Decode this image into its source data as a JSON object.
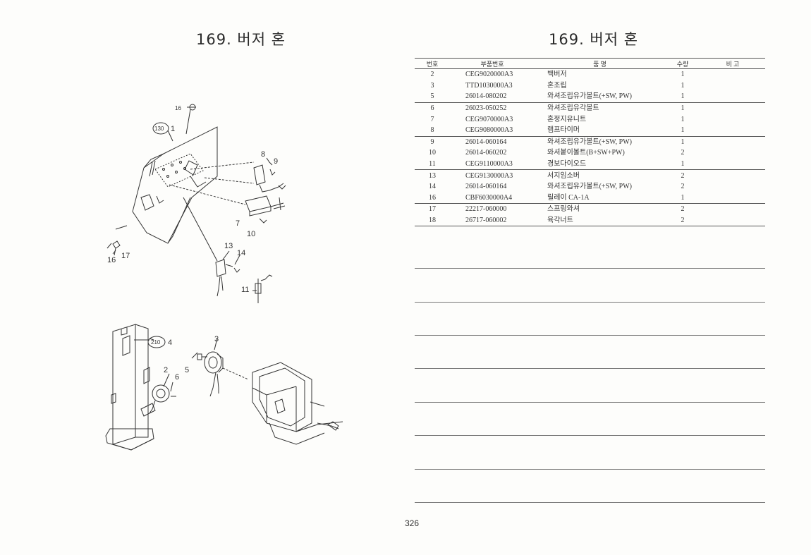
{
  "title_left": "169. 버저 혼",
  "title_right": "169. 버저 혼",
  "page_number": "326",
  "table": {
    "headers": [
      "번호",
      "부품번호",
      "품      명",
      "수량",
      "비  고"
    ],
    "rows": [
      {
        "no": "2",
        "part_no": "CEG9020000A3",
        "name": "백버저",
        "qty": "1",
        "remark": ""
      },
      {
        "no": "3",
        "part_no": "TTD1030000A3",
        "name": "혼조립",
        "qty": "1",
        "remark": ""
      },
      {
        "no": "5",
        "part_no": "26014-080202",
        "name": "와셔조립유가볼트(+SW, PW)",
        "qty": "1",
        "remark": ""
      },
      {
        "no": "6",
        "part_no": "26023-050252",
        "name": "와셔조립유각볼트",
        "qty": "1",
        "remark": ""
      },
      {
        "no": "7",
        "part_no": "CEG9070000A3",
        "name": "혼정지유니트",
        "qty": "1",
        "remark": ""
      },
      {
        "no": "8",
        "part_no": "CEG9080000A3",
        "name": "램프타이머",
        "qty": "1",
        "remark": ""
      },
      {
        "no": "9",
        "part_no": "26014-060164",
        "name": "와셔조립유가볼트(+SW, PW)",
        "qty": "1",
        "remark": ""
      },
      {
        "no": "10",
        "part_no": "26014-060202",
        "name": "와셔붙이볼트(B+SW+PW)",
        "qty": "2",
        "remark": ""
      },
      {
        "no": "11",
        "part_no": "CEG9110000A3",
        "name": "경보다이오드",
        "qty": "1",
        "remark": ""
      },
      {
        "no": "13",
        "part_no": "CEG9130000A3",
        "name": "서지임소버",
        "qty": "2",
        "remark": ""
      },
      {
        "no": "14",
        "part_no": "26014-060164",
        "name": "와셔조립유가볼트(+SW, PW)",
        "qty": "2",
        "remark": ""
      },
      {
        "no": "16",
        "part_no": "CBF6030000A4",
        "name": "릴레이 CA-1A",
        "qty": "1",
        "remark": ""
      },
      {
        "no": "17",
        "part_no": "22217-060000",
        "name": "스프링와셔",
        "qty": "2",
        "remark": ""
      },
      {
        "no": "18",
        "part_no": "26717-060002",
        "name": "육각너트",
        "qty": "2",
        "remark": ""
      }
    ]
  },
  "diagram": {
    "callouts": {
      "c16_top": "16",
      "c130": "130",
      "c1": "1",
      "c8": "8",
      "c9": "9",
      "c7": "7",
      "c10": "10",
      "c13": "13",
      "c14": "14",
      "c11": "11",
      "c16_bottom": "16",
      "c17": "17",
      "c210": "210",
      "c4": "4",
      "c3": "3",
      "c2": "2",
      "c6": "6",
      "c5": "5"
    }
  }
}
